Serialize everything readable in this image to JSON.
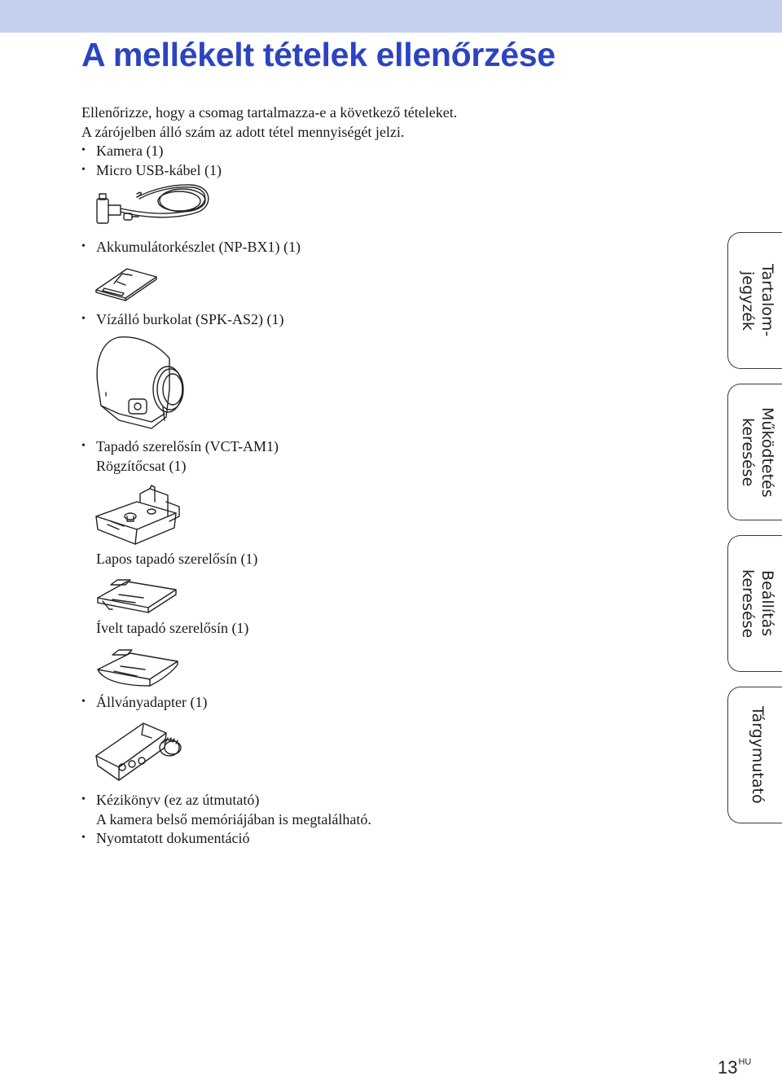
{
  "page_title": "A mellékelt tételek ellenőrzése",
  "intro": {
    "line1": "Ellenőrizze, hogy a csomag tartalmazza-e a következő tételeket.",
    "line2": "A zárójelben álló szám az adott tétel mennyiségét jelzi."
  },
  "bullet_glyph": "•",
  "items": {
    "camera": "Kamera (1)",
    "usb_cable": "Micro USB-kábel (1)",
    "battery": "Akkumulátorkészlet (NP-BX1) (1)",
    "housing": "Vízálló burkolat (SPK-AS2) (1)",
    "mount": "Tapadó szerelősín (VCT-AM1)",
    "buckle": "Rögzítőcsat (1)",
    "flat_mount": "Lapos tapadó szerelősín (1)",
    "curved_mount": "Ívelt tapadó szerelősín (1)",
    "tripod_adapter": "Állványadapter (1)",
    "manual": "Kézikönyv (ez az útmutató)",
    "manual_note": "A kamera belső memóriájában is megtalálható.",
    "printed_docs": "Nyomtatott dokumentáció"
  },
  "tabs": {
    "contents": "Tartalom-\njegyzék",
    "operation": "Működtetés\nkeresése",
    "settings": "Beállítás\nkeresése",
    "index": "Tárgymutató"
  },
  "page_number": "13",
  "page_lang": "HU",
  "colors": {
    "title": "#2c44c0",
    "top_bar": "#c5cff0"
  }
}
